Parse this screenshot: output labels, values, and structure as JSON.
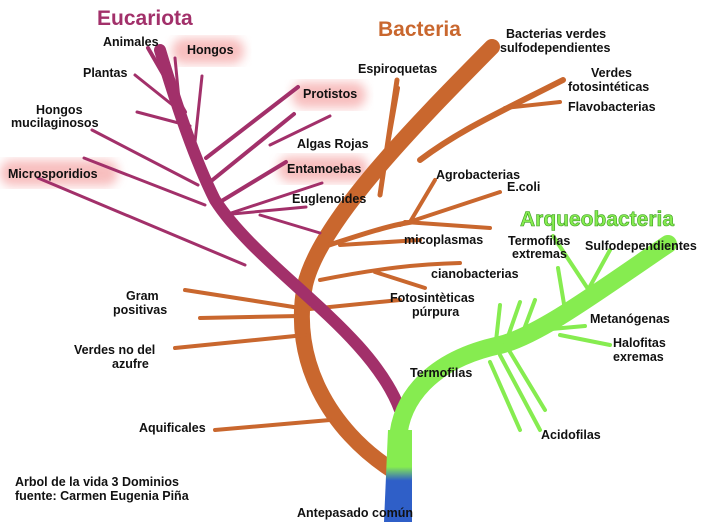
{
  "titles": {
    "eukarya": "Eucariota",
    "bacteria": "Bacteria",
    "archaea": "Arqueobacteria"
  },
  "colors": {
    "eukarya": "#a2306a",
    "bacteria": "#c9672e",
    "archaea": "#86ec50",
    "root": "#2f5fc8"
  },
  "eukarya_labels": [
    "Animales",
    "Hongos",
    "Plantas",
    "Protistos",
    "Hongos",
    "mucilaginosos",
    "Algas Rojas",
    "Microsporidios",
    "Entamoebas",
    "Euglenoides"
  ],
  "bacteria_labels": [
    "Espiroquetas",
    "Bacterias verdes",
    "sulfodependientes",
    "Verdes",
    "fotosintéticas",
    "Flavobacterias",
    "Agrobacterias",
    "E.coli",
    "micoplasmas",
    "cianobacterias",
    "Fotosintèticas",
    "púrpura",
    "Gram",
    "positivas",
    "Verdes no del",
    "azufre",
    "Aquificales"
  ],
  "archaea_labels": [
    "Termofilas",
    "extremas",
    "Sulfodependientes",
    "Metanógenas",
    "Halofitas",
    "exremas",
    "Acidofilas"
  ],
  "center_label": "Termofilas",
  "root_label": "Antepasado común",
  "caption": [
    "Arbol de la vida 3 Dominios",
    "fuente: Carmen Eugenia Piña"
  ]
}
